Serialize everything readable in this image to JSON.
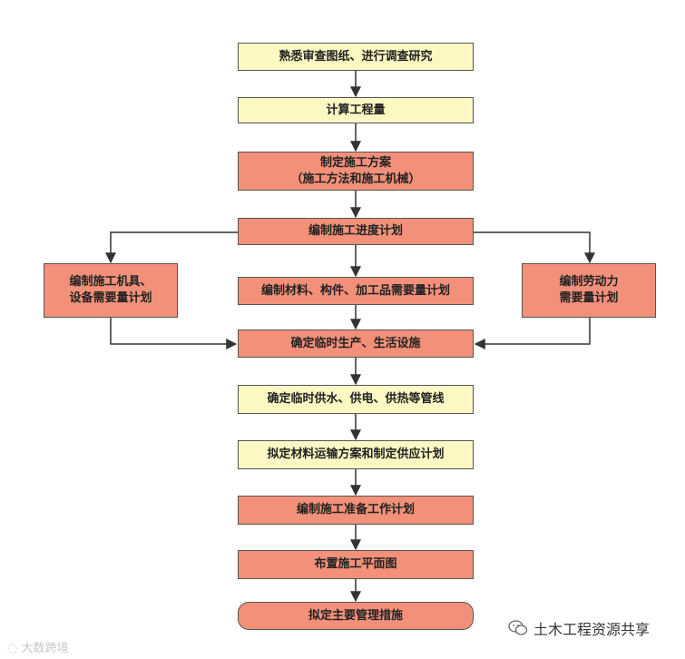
{
  "nodes": {
    "n1": "熟悉审查图纸、进行调查研究",
    "n2": "计算工程量",
    "n3_line1": "制定施工方案",
    "n3_line2": "（施工方法和施工机械）",
    "n4": "编制施工进度计划",
    "n5_line1": "编制施工机具、",
    "n5_line2": "设备需要量计划",
    "n6": "编制材料、构件、加工品需要量计划",
    "n7_line1": "编制劳动力",
    "n7_line2": "需要量计划",
    "n8": "确定临时生产、生活设施",
    "n9": "确定临时供水、供电、供热等管线",
    "n10": "拟定材料运输方案和制定供应计划",
    "n11": "编制施工准备工作计划",
    "n12": "布置施工平面图",
    "n13": "拟定主要管理措施"
  },
  "watermarks": {
    "left": "大数跨境",
    "right": "土木工程资源共享"
  },
  "icons": {
    "left_watermark": "logo-icon",
    "right_watermark": "wechat-icon"
  },
  "colors": {
    "yellow": "#fbf8c4",
    "salmon": "#f2907a",
    "border": "#555555",
    "arrow": "#333333"
  }
}
